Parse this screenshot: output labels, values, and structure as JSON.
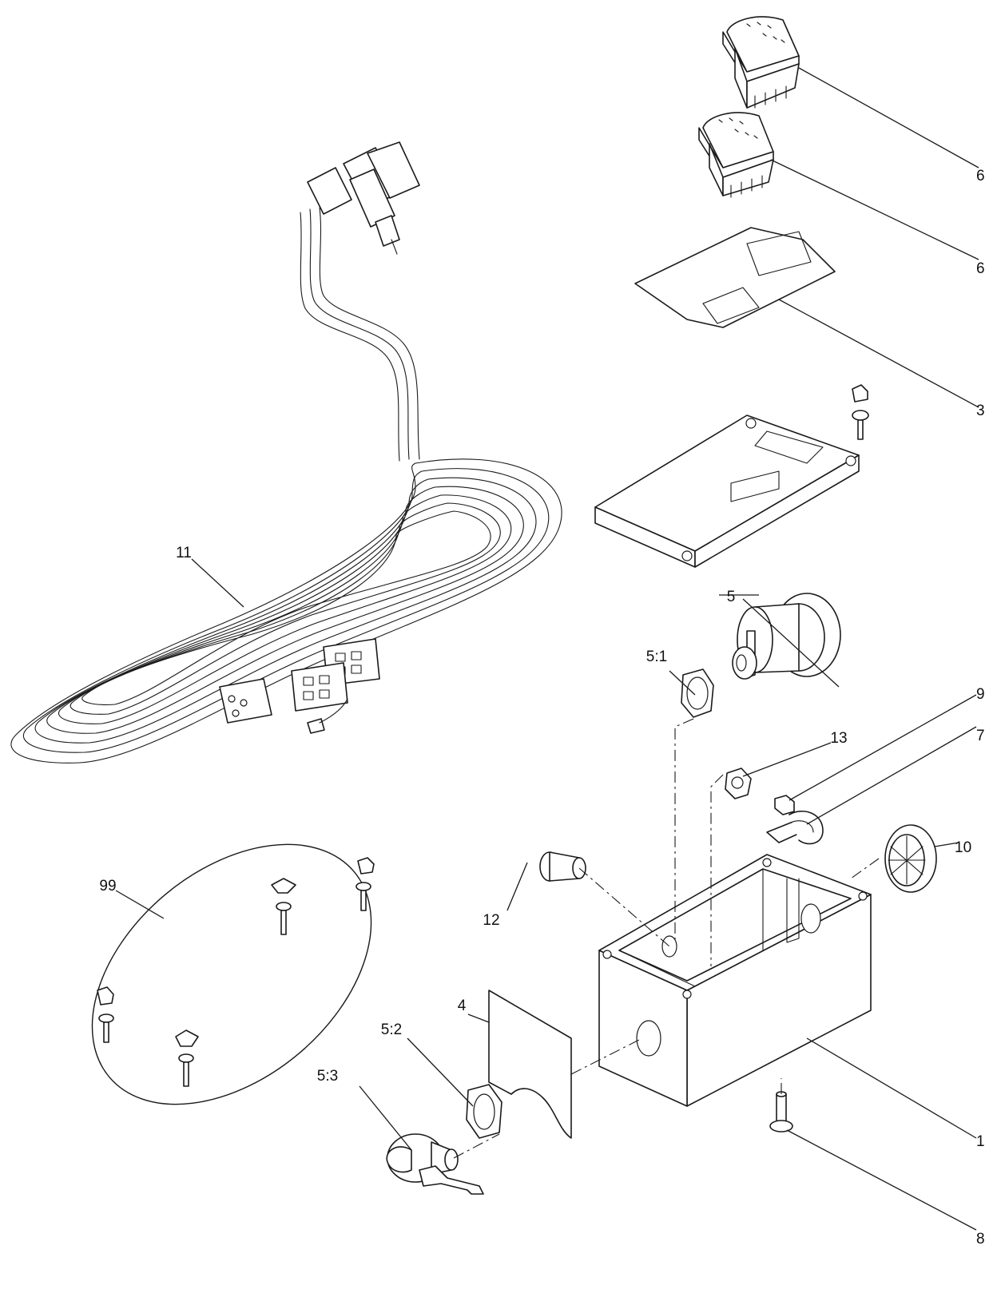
{
  "callouts": {
    "c1": "1",
    "c3": "3",
    "c4": "4",
    "c5": "5",
    "c5_1": "5:1",
    "c5_2": "5:2",
    "c5_3": "5:3",
    "c6a": "6",
    "c6b": "6",
    "c7": "7",
    "c8": "8",
    "c9": "9",
    "c10": "10",
    "c11": "11",
    "c12": "12",
    "c13": "13",
    "c99": "99"
  },
  "colors": {
    "line": "#1a1a1a",
    "background": "#ffffff"
  }
}
